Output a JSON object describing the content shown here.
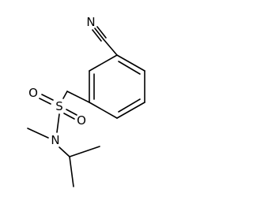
{
  "atoms": {
    "n_nitrile": "N",
    "sulfur": "S",
    "oxygen_upper": "O",
    "oxygen_lower": "O",
    "n_amine": "N"
  },
  "colors": {
    "bond": "#000000",
    "label": "#000000",
    "background": "#ffffff"
  }
}
